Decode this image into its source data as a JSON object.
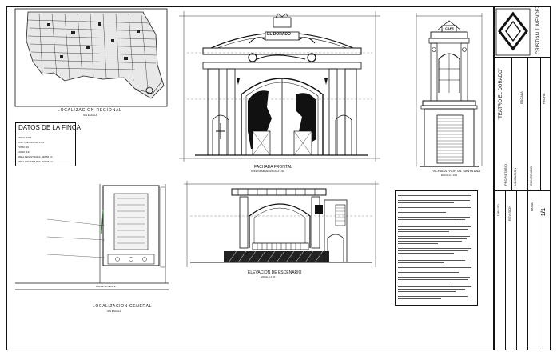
{
  "sheet": {
    "regional": {
      "title": "LOCALIZACION REGIONAL",
      "scale": "SIN ESCALA"
    },
    "finca": {
      "heading": "DATOS DE LA FINCA",
      "rows": [
        "FINCA: 1623",
        "COD. UBICACION: 9715",
        "TOMO: 16",
        "FOLIO: 234",
        "AREA REGISTRADA:   328.52 m²",
        "AREA CONSTRUIDA:   537.35 m²"
      ]
    },
    "general": {
      "title": "LOCALIZACION GENERAL",
      "scale": "SIN ESCALA",
      "street": "CALLE 10 OESTE"
    },
    "fachada": {
      "title": "FACHADA FRONTAL",
      "scale": "CONFORMIDAD ESCALA 1:50",
      "sign": "EL DORADO"
    },
    "lateral": {
      "title": "FACHADA FRONTAL SANTA ANA",
      "scale": "ESCALA 1:100",
      "sign": "CAFE"
    },
    "escenario": {
      "title": "ELEVACION DE ESCENARIO",
      "scale": "ESCALA 1:50"
    },
    "titleblock": {
      "author": "CRISTIAN J. MENDEZ",
      "project": "\"TEATRO EL DORADO\"",
      "label_propietario": "PROPIETARIO",
      "label_ubicacion": "UBICACION",
      "label_contenido": "CONTENIDO",
      "label_escala": "ESCALA",
      "label_fecha": "FECHA",
      "label_dibujo": "DIBUJO",
      "label_hoja": "HOJA",
      "label_rev": "REVISION",
      "sheet_no": "1/1"
    }
  }
}
